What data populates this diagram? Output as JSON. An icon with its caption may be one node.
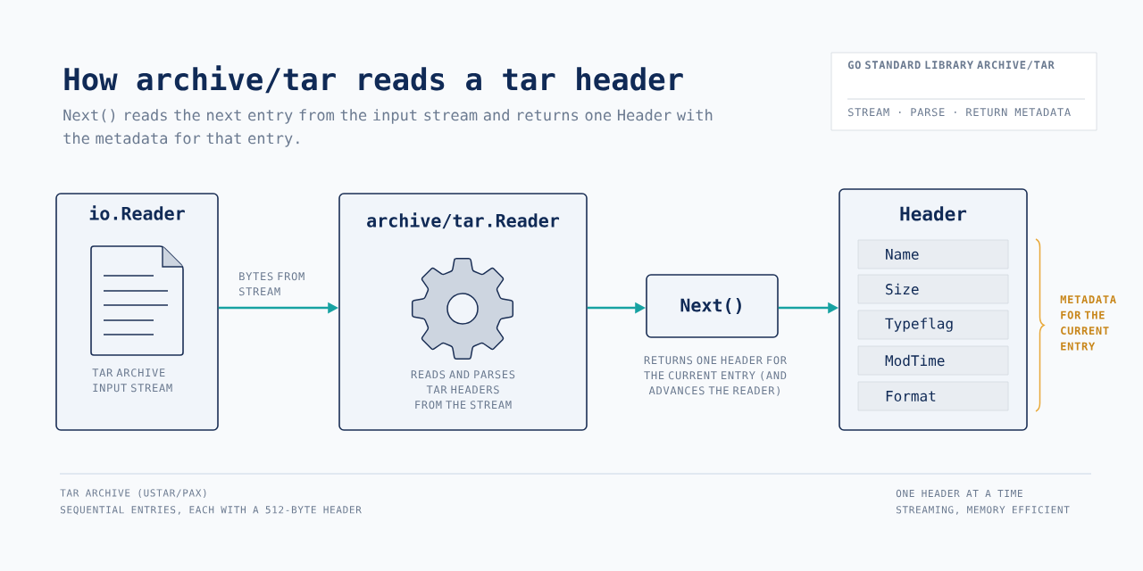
{
  "diagram": {
    "title": "How archive/tar reads a tar header",
    "nodes": [
      {
        "text": [
          "io.Reader",
          "TAR ARCHIVE INPUT STREAM"
        ]
      },
      {
        "text": [
          "archive/tar.Reader",
          "READS AND PARSES TAR HEADERS FROM THE STREAM"
        ]
      },
      {
        "text": [
          "Next()"
        ],
        "beside": [
          "RETURNS ONE HEADER FOR THE CURRENT ENTRY (AND ADVANCES THE READER)"
        ]
      },
      {
        "text": [
          "Header"
        ]
      },
      {
        "text": [
          "Name"
        ],
        "in": 3
      },
      {
        "text": [
          "Size"
        ],
        "in": 3
      },
      {
        "text": [
          "Typeflag"
        ],
        "in": 3
      },
      {
        "text": [
          "ModTime"
        ],
        "in": 3
      },
      {
        "text": [
          "Format"
        ],
        "in": 3
      },
      {
        "text": [
          "GO STANDARD LIBRARY ARCHIVE/TAR",
          "STREAM · PARSE · RETURN METADATA"
        ]
      }
    ],
    "edges": [
      {
        "from": 0,
        "to": 1,
        "arrow": "to",
        "label": "BYTES FROM STREAM"
      },
      {
        "from": 1,
        "to": 2,
        "arrow": "to"
      },
      {
        "from": 2,
        "to": 3,
        "arrow": "to"
      }
    ],
    "labels": [
      "Next() reads the next entry from the input stream and returns one Header with the metadata for that entry.",
      "METADATA FOR THE CURRENT ENTRY",
      "TAR ARCHIVE (USTAR/PAX)",
      "SEQUENTIAL ENTRIES, EACH WITH A 512-BYTE HEADER",
      "ONE HEADER AT A TIME",
      "STREAMING, MEMORY EFFICIENT"
    ]
  }
}
